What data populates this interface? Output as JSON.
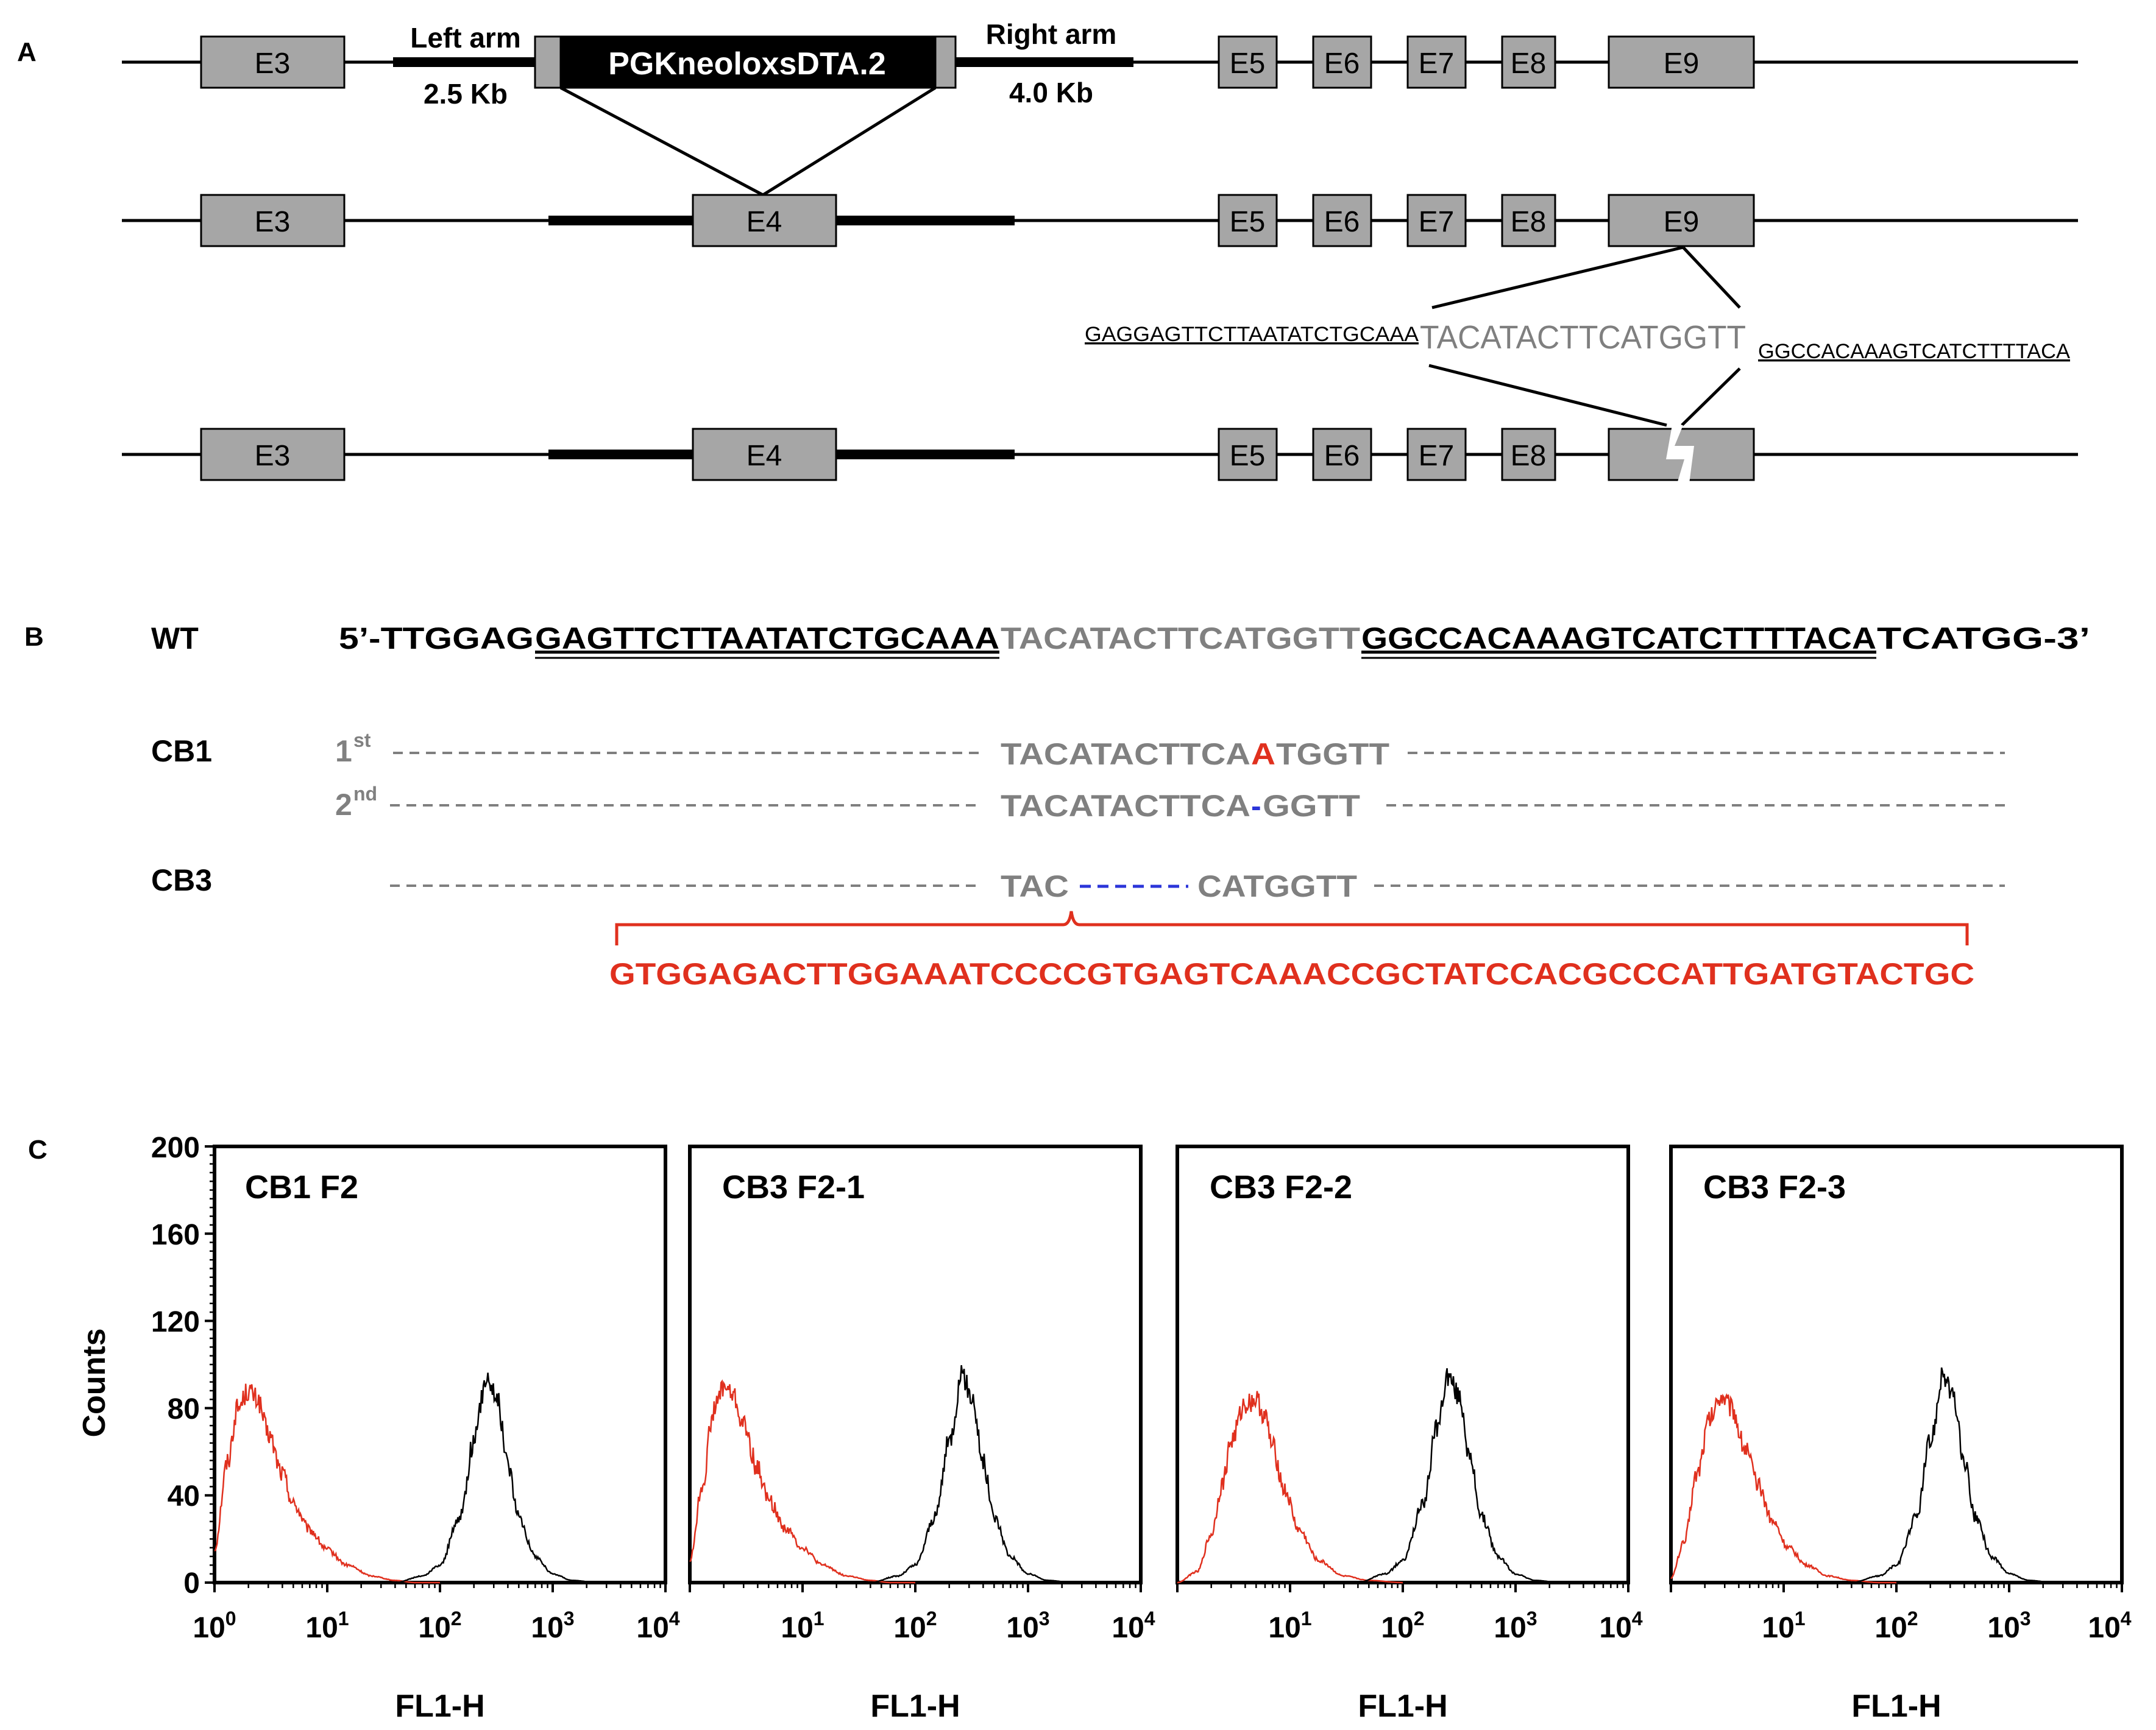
{
  "panelA": {
    "label": "A",
    "row1": {
      "exons": [
        "E3",
        "E5",
        "E6",
        "E7",
        "E8",
        "E9"
      ],
      "left_arm_label": "Left arm",
      "left_arm_size": "2.5 Kb",
      "cassette": "PGKneoloxsDTA.2",
      "right_arm_label": "Right arm",
      "right_arm_size": "4.0 Kb"
    },
    "row2": {
      "exons": [
        "E3",
        "E4",
        "E5",
        "E6",
        "E7",
        "E8",
        "E9"
      ]
    },
    "target": {
      "left_seq": "GAGGAGTTCTTAATATCTGCAAA",
      "site": "TACATACTTCATGGTT",
      "right_seq": "GGCCACAAAGTCATCTTTTACA"
    },
    "row3": {
      "exons": [
        "E3",
        "E4",
        "E5",
        "E6",
        "E7",
        "E8"
      ]
    }
  },
  "panelB": {
    "label": "B",
    "wt": {
      "label": "WT",
      "prefix": "5’-TTGGAG",
      "left": "GAGTTCTTAATATCTGCAAA",
      "site": "TACATACTTCATGGTT",
      "right": "GGCCACAAAGTCATCTTTTACA",
      "suffix": "TCATGG-3’"
    },
    "cb1": {
      "label": "CB1",
      "first_label": "1",
      "first_sup": "st",
      "first_a": "TACATACTTCA",
      "first_ins": "A",
      "first_b": "TGGTT",
      "second_label": "2",
      "second_sup": "nd",
      "second_a": "TACATACTTCA",
      "second_del": "-",
      "second_b": "GGTT"
    },
    "cb3": {
      "label": "CB3",
      "left": "TAC",
      "right": "CATGGTT",
      "insert": "GTGGAGACTTGGAAATCCCCGTGAGTCAAACCGCTATCCACGCCCATTGATGTACTGC"
    }
  },
  "panelC": {
    "label": "C",
    "ylabel": "Counts",
    "xlabel": "FL1-H",
    "yticks": [
      "200",
      "160",
      "120",
      "80",
      "40",
      "0"
    ],
    "xtick_base": "10",
    "xtick_exp": [
      "0",
      "1",
      "2",
      "3",
      "4"
    ]
  },
  "chart_data": [
    {
      "type": "line",
      "title": "CB1 F2",
      "xlabel": "FL1-H",
      "ylabel": "Counts",
      "xscale": "log",
      "xlim": [
        1,
        10000
      ],
      "ylim": [
        0,
        200
      ],
      "series": [
        {
          "color": "#e0301e",
          "x": [
            1,
            1.3,
            1.6,
            2,
            2.4,
            3,
            4,
            5,
            7,
            10,
            15,
            25,
            40,
            60,
            100
          ],
          "y": [
            15,
            55,
            80,
            88,
            84,
            68,
            50,
            36,
            24,
            15,
            8,
            3,
            1,
            0,
            0
          ]
        },
        {
          "color": "#000000",
          "x": [
            40,
            70,
            100,
            150,
            200,
            260,
            320,
            400,
            500,
            700,
            1000,
            1500,
            2500,
            5000
          ],
          "y": [
            0,
            3,
            8,
            30,
            65,
            95,
            85,
            55,
            30,
            12,
            4,
            1,
            0,
            0
          ]
        }
      ]
    },
    {
      "type": "line",
      "title": "CB3 F2-1",
      "xlabel": "FL1-H",
      "ylabel": "Counts",
      "xscale": "log",
      "xlim": [
        1,
        10000
      ],
      "ylim": [
        0,
        200
      ],
      "series": [
        {
          "color": "#e0301e",
          "x": [
            1,
            1.3,
            1.6,
            2,
            2.4,
            3,
            4,
            5,
            7,
            10,
            15,
            25,
            40,
            60,
            100
          ],
          "y": [
            10,
            45,
            78,
            90,
            86,
            72,
            52,
            38,
            25,
            16,
            8,
            3,
            1,
            0,
            0
          ]
        },
        {
          "color": "#000000",
          "x": [
            40,
            70,
            100,
            150,
            200,
            260,
            320,
            400,
            500,
            700,
            1000,
            1500,
            2500,
            5000
          ],
          "y": [
            0,
            3,
            8,
            30,
            65,
            95,
            85,
            55,
            30,
            12,
            4,
            1,
            0,
            0
          ]
        }
      ]
    },
    {
      "type": "line",
      "title": "CB3 F2-2",
      "xlabel": "FL1-H",
      "ylabel": "Counts",
      "xscale": "log",
      "xlim": [
        1,
        10000
      ],
      "ylim": [
        0,
        200
      ],
      "series": [
        {
          "color": "#e0301e",
          "x": [
            1,
            1.5,
            2,
            2.5,
            3,
            4,
            5,
            6,
            7,
            9,
            12,
            18,
            30,
            50,
            100
          ],
          "y": [
            0,
            5,
            22,
            45,
            65,
            82,
            84,
            76,
            62,
            42,
            24,
            10,
            3,
            1,
            0
          ]
        },
        {
          "color": "#000000",
          "x": [
            40,
            70,
            100,
            150,
            200,
            250,
            320,
            400,
            500,
            700,
            1000,
            1500,
            2500,
            5000
          ],
          "y": [
            0,
            4,
            10,
            35,
            70,
            95,
            85,
            55,
            30,
            12,
            4,
            1,
            0,
            0
          ]
        }
      ]
    },
    {
      "type": "line",
      "title": "CB3 F2-3",
      "xlabel": "FL1-H",
      "ylabel": "Counts",
      "xscale": "log",
      "xlim": [
        1,
        10000
      ],
      "ylim": [
        0,
        200
      ],
      "series": [
        {
          "color": "#e0301e",
          "x": [
            1,
            1.3,
            1.7,
            2.2,
            2.8,
            3.5,
            4.5,
            6,
            8,
            11,
            16,
            25,
            40,
            70,
            100
          ],
          "y": [
            2,
            18,
            50,
            75,
            86,
            80,
            62,
            44,
            28,
            16,
            8,
            3,
            1,
            0,
            0
          ]
        },
        {
          "color": "#000000",
          "x": [
            40,
            70,
            100,
            150,
            200,
            260,
            320,
            400,
            500,
            700,
            1000,
            1500,
            2500,
            5000
          ],
          "y": [
            0,
            3,
            8,
            30,
            65,
            95,
            85,
            55,
            30,
            12,
            4,
            1,
            0,
            0
          ]
        }
      ]
    }
  ]
}
